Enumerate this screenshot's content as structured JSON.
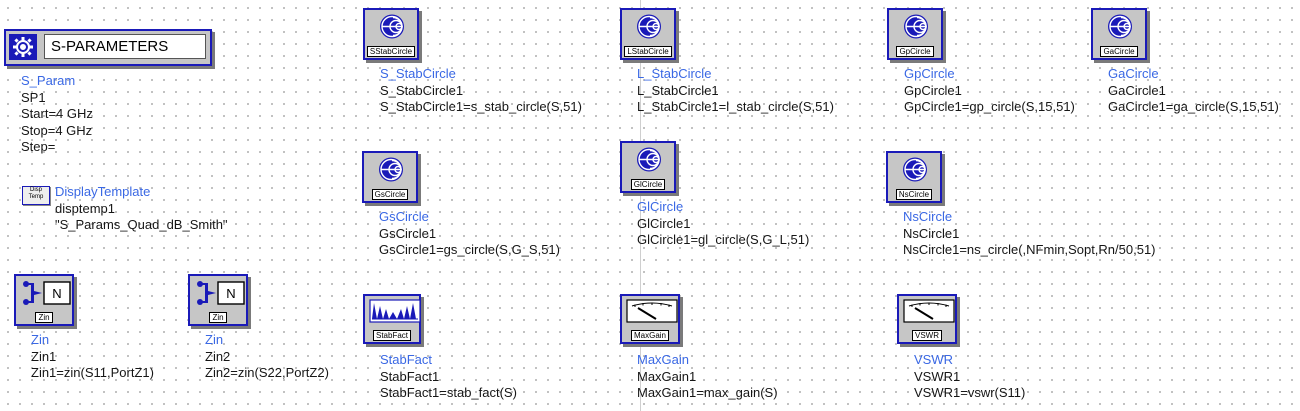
{
  "sparams": {
    "title": "S-PARAMETERS",
    "lines": [
      "S_Param",
      "SP1",
      "Start=4 GHz",
      "Stop=4 GHz",
      "Step="
    ]
  },
  "disptemp": {
    "icon_text": [
      "Disp",
      "Temp"
    ],
    "lines": [
      "DisplayTemplate",
      "disptemp1",
      "\"S_Params_Quad_dB_Smith\""
    ]
  },
  "components": [
    {
      "id": "sstab",
      "kind": "smith",
      "icon_label": "SStabCircle",
      "lines": [
        "S_StabCircle",
        "S_StabCircle1",
        "S_StabCircle1=s_stab_circle(S,51)"
      ]
    },
    {
      "id": "lstab",
      "kind": "smith",
      "icon_label": "LStabCircle",
      "lines": [
        "L_StabCircle",
        "L_StabCircle1",
        "L_StabCircle1=l_stab_circle(S,51)"
      ]
    },
    {
      "id": "gp",
      "kind": "smith",
      "icon_label": "GpCircle",
      "lines": [
        "GpCircle",
        "GpCircle1",
        "GpCircle1=gp_circle(S,15,51)"
      ]
    },
    {
      "id": "ga",
      "kind": "smith",
      "icon_label": "GaCircle",
      "lines": [
        "GaCircle",
        "GaCircle1",
        "GaCircle1=ga_circle(S,15,51)"
      ]
    },
    {
      "id": "gs",
      "kind": "smith",
      "icon_label": "GsCircle",
      "lines": [
        "GsCircle",
        "GsCircle1",
        "GsCircle1=gs_circle(S,G_S,51)"
      ]
    },
    {
      "id": "gl",
      "kind": "smith",
      "icon_label": "GlCircle",
      "lines": [
        "GlCircle",
        "GlCircle1",
        "GlCircle1=gl_circle(S,G_L,51)"
      ]
    },
    {
      "id": "ns",
      "kind": "smith",
      "icon_label": "NsCircle",
      "lines": [
        "NsCircle",
        "NsCircle1",
        "NsCircle1=ns_circle(,NFmin,Sopt,Rn/50,51)"
      ]
    },
    {
      "id": "zin1",
      "kind": "zin",
      "icon_label": "Zin",
      "lines": [
        "Zin",
        "Zin1",
        "Zin1=zin(S11,PortZ1)"
      ]
    },
    {
      "id": "zin2",
      "kind": "zin",
      "icon_label": "Zin",
      "lines": [
        "Zin",
        "Zin2",
        "Zin2=zin(S22,PortZ2)"
      ]
    },
    {
      "id": "stabfact",
      "kind": "stabfact",
      "icon_label": "StabFact",
      "lines": [
        "StabFact",
        "StabFact1",
        "StabFact1=stab_fact(S)"
      ]
    },
    {
      "id": "maxgain",
      "kind": "meter",
      "icon_label": "MaxGain",
      "lines": [
        "MaxGain",
        "MaxGain1",
        "MaxGain1=max_gain(S)"
      ]
    },
    {
      "id": "vswr",
      "kind": "meter",
      "icon_label": "VSWR",
      "lines": [
        "VSWR",
        "VSWR1",
        "VSWR1=vswr(S11)"
      ]
    }
  ],
  "colors": {
    "icon_frame": "#1a1ab8",
    "icon_fill": "#c6c6c6",
    "component_name": "#3a68e4",
    "parameter_text": "#161616",
    "grid_dot": "#8a8a8a"
  }
}
